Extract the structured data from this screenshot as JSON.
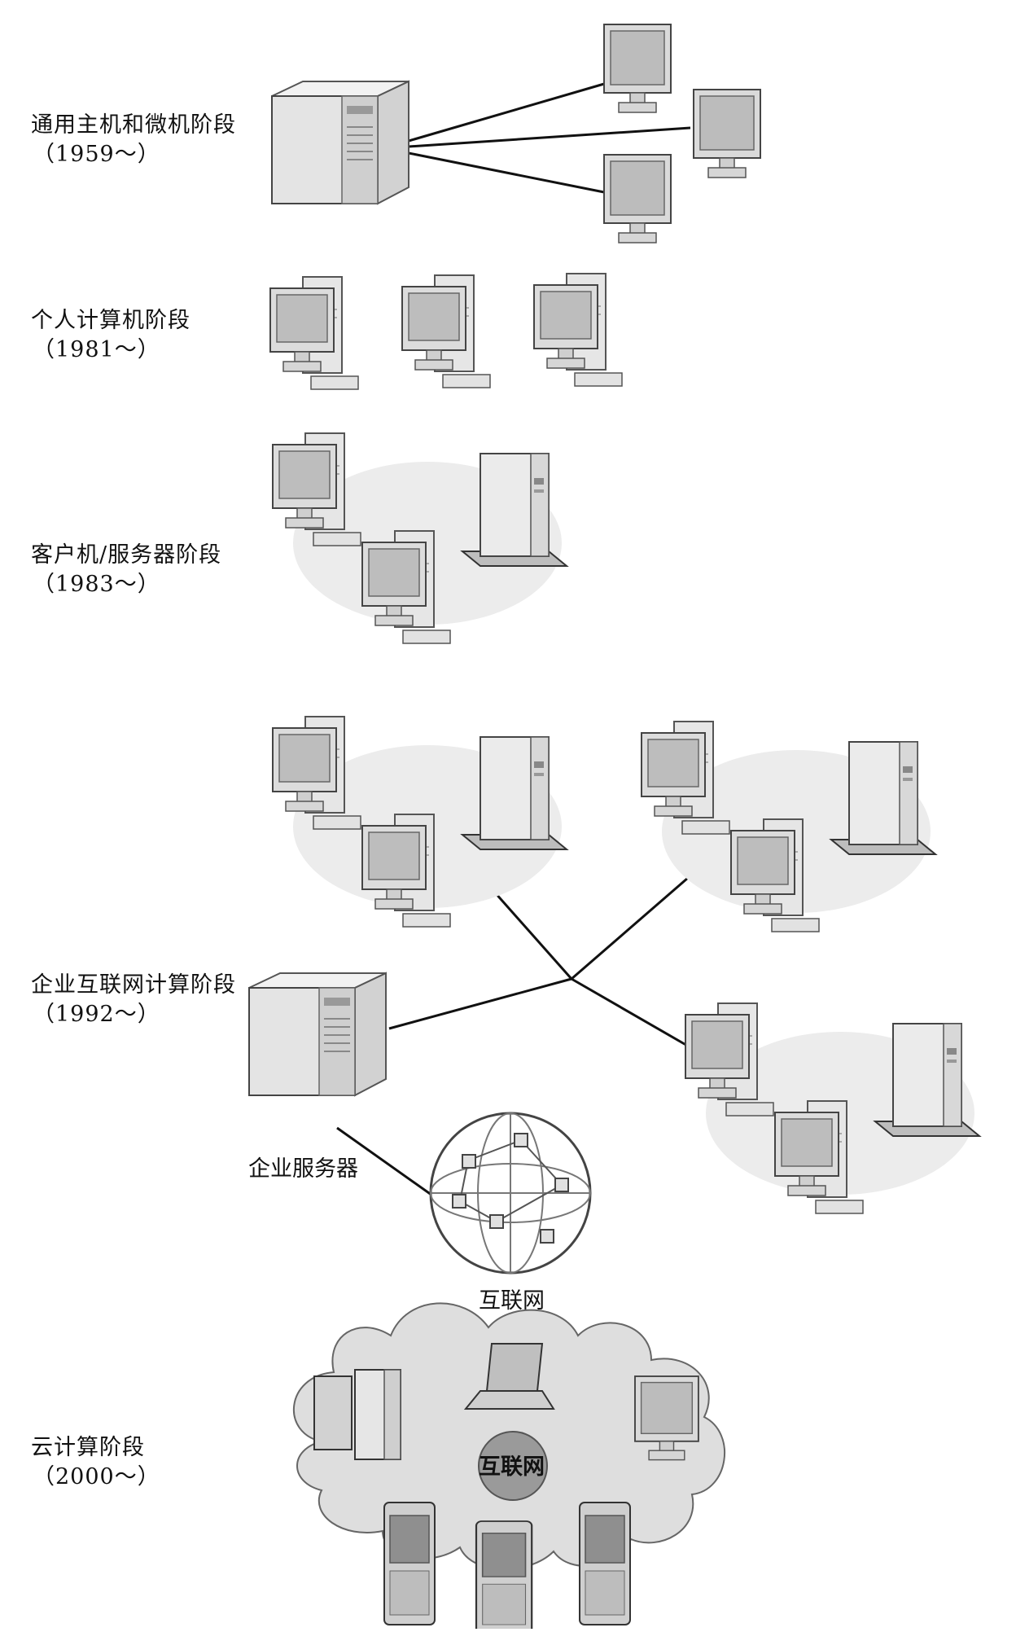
{
  "stages": [
    {
      "title": "通用主机和微机阶段",
      "year": "（1959～）"
    },
    {
      "title": "个人计算机阶段",
      "year": "（1981～）"
    },
    {
      "title": "客户机/服务器阶段",
      "year": "（1983～）"
    },
    {
      "title": "企业互联网计算阶段",
      "year": "（1992～）"
    },
    {
      "title": "云计算阶段",
      "year": "（2000～）"
    }
  ],
  "labels": {
    "enterprise_server": "企业服务器",
    "internet": "互联网",
    "cloud_internet": "互联网"
  }
}
